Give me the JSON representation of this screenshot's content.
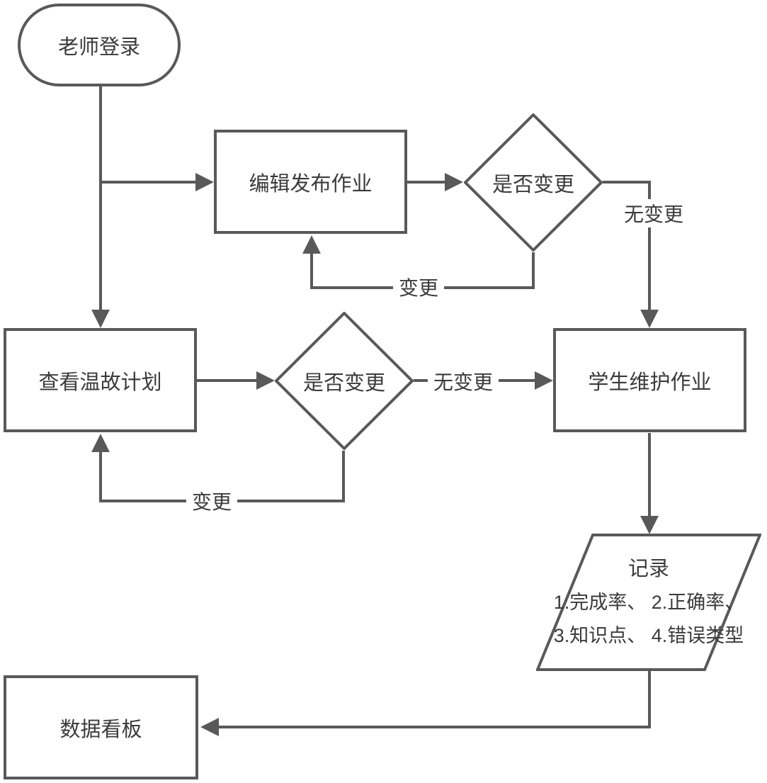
{
  "diagram": {
    "background_color": "#ffffff",
    "stroke_color": "#595959",
    "text_color": "#3b3b3b",
    "nodes": {
      "start": {
        "label": "老师登录",
        "shape": "terminator"
      },
      "edit_publish": {
        "label": "编辑发布作业",
        "shape": "process"
      },
      "decision_publish": {
        "label": "是否变更",
        "shape": "decision"
      },
      "view_review_plan": {
        "label": "查看温故计划",
        "shape": "process"
      },
      "decision_plan": {
        "label": "是否变更",
        "shape": "decision"
      },
      "student_maintain": {
        "label": "学生维护作业",
        "shape": "process"
      },
      "record": {
        "title": "记录",
        "line1": "1.完成率、 2.正确率、",
        "line2": "3.知识点、 4.错误类型",
        "shape": "data-parallelogram"
      },
      "data_dashboard": {
        "label": "数据看板",
        "shape": "process"
      }
    },
    "edge_labels": {
      "publish_no_change": "无变更",
      "publish_change": "变更",
      "plan_no_change": "无变更",
      "plan_change": "变更"
    }
  }
}
